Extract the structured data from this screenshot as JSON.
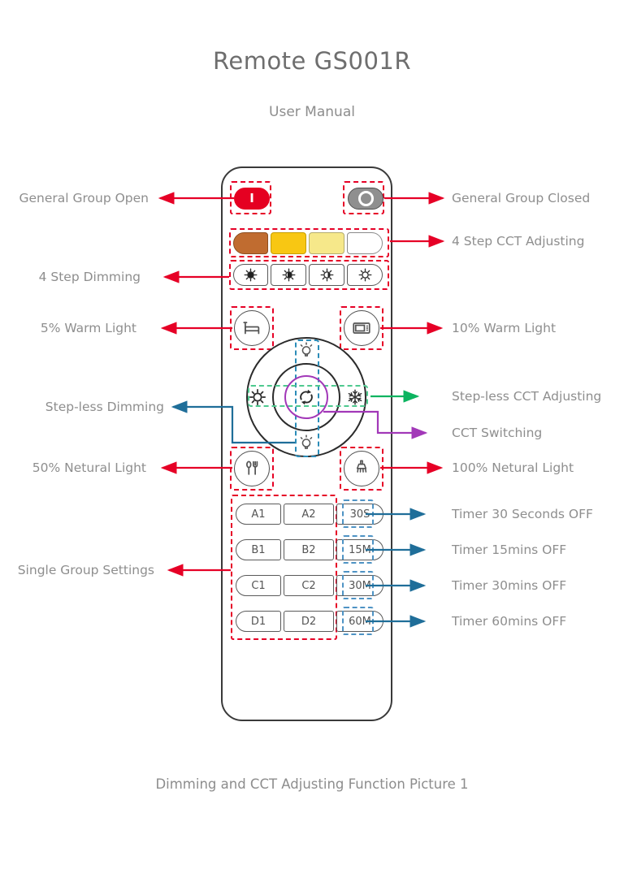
{
  "page": {
    "title": "Remote GS001R",
    "subtitle": "User Manual",
    "caption": "Dimming and CCT Adjusting Function Picture 1"
  },
  "colors": {
    "red": "#e60026",
    "power_on_bg": "#e50021",
    "power_off_bg": "#8f8f8f",
    "power_off_border": "#4f4f4f",
    "teal": "#1f6e99",
    "timer_dash_blue": "#4e93c4",
    "nav_dash_blue": "#2b8cb8",
    "green": "#0cb460",
    "green_dash": "#4ec98f",
    "purple": "#a238b8",
    "remote_outline": "#3a3a3a",
    "label_text": "#8e8e8e",
    "title_text": "#6e6e6e"
  },
  "remote": {
    "power_on_label": "I",
    "power_off_label": "O",
    "cct_buttons": [
      {
        "name": "cct-step-warmest",
        "color": "#c06c30",
        "border": "#8d4e1f"
      },
      {
        "name": "cct-step-warm",
        "color": "#f8c713",
        "border": "#c79e00"
      },
      {
        "name": "cct-step-soft",
        "color": "#f6e88a",
        "border": "#b4ad6e"
      },
      {
        "name": "cct-step-white",
        "color": "#ffffff",
        "border": "#8a8a8a"
      }
    ],
    "dim_buttons": [
      {
        "name": "dim-step-100"
      },
      {
        "name": "dim-step-75"
      },
      {
        "name": "dim-step-50"
      },
      {
        "name": "dim-step-25"
      }
    ],
    "group_grid": {
      "rows": [
        {
          "g1": "A1",
          "g2": "A2",
          "timer": "30S"
        },
        {
          "g1": "B1",
          "g2": "B2",
          "timer": "15M"
        },
        {
          "g1": "C1",
          "g2": "C2",
          "timer": "30M"
        },
        {
          "g1": "D1",
          "g2": "D2",
          "timer": "60M"
        }
      ]
    }
  },
  "icons": {
    "power-on-icon": "I",
    "power-off-icon": "○",
    "brightness-up-icon": "bulb with rays",
    "brightness-down-icon": "bulb with rays",
    "warm-sun-icon": "☀",
    "cool-snowflake-icon": "❄",
    "cct-switch-cycle-icon": "⟳",
    "bed-icon": "bed",
    "tv-icon": "tv",
    "dining-icon": "spoon and fork",
    "brush-icon": "brush",
    "dim-sun-icons": [
      "sun filled",
      "sun two-thirds filled",
      "sun one-third filled",
      "sun outline"
    ]
  },
  "annotations": {
    "left": [
      {
        "label": "General Group Open"
      },
      {
        "label": "4 Step Dimming"
      },
      {
        "label": "5% Warm Light"
      },
      {
        "label": "Step-less Dimming"
      },
      {
        "label": "50% Netural Light"
      },
      {
        "label": "Single Group Settings"
      }
    ],
    "right": [
      {
        "label": "General Group Closed"
      },
      {
        "label": "4 Step CCT Adjusting"
      },
      {
        "label": "10% Warm Light"
      },
      {
        "label": "Step-less CCT Adjusting"
      },
      {
        "label": "CCT Switching"
      },
      {
        "label": "100% Netural Light"
      },
      {
        "label": "Timer 30 Seconds OFF"
      },
      {
        "label": "Timer 15mins OFF"
      },
      {
        "label": "Timer 30mins OFF"
      },
      {
        "label": "Timer 60mins OFF"
      }
    ]
  }
}
